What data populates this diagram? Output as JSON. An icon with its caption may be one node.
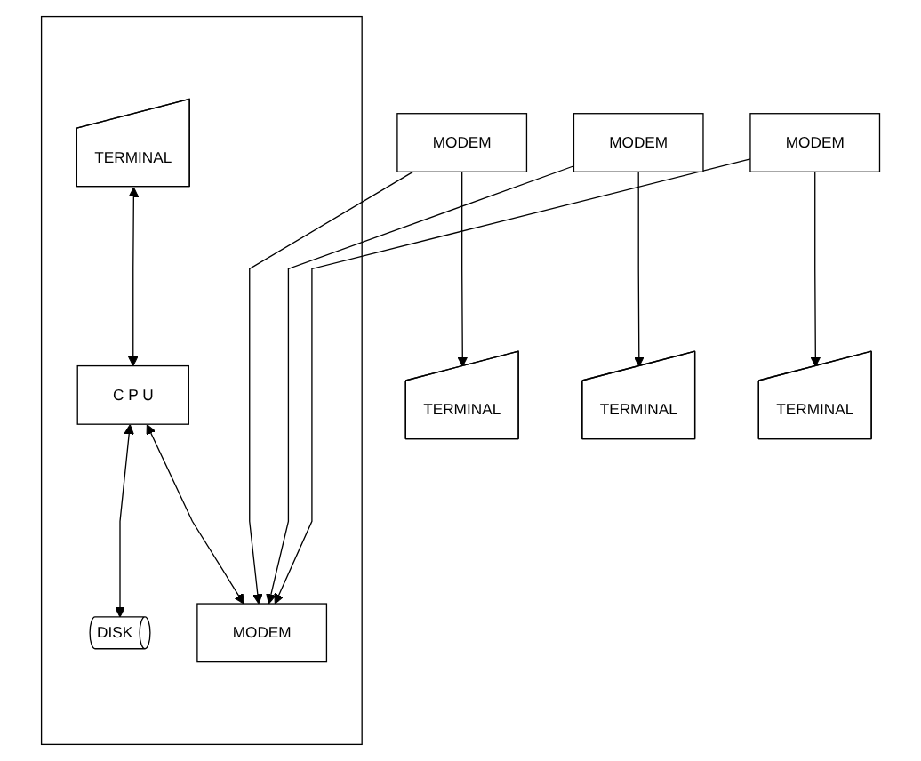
{
  "diagram": {
    "nodes": [
      {
        "text": [],
        "shape": "box"
      },
      {
        "text": [
          "TERMINAL"
        ],
        "in": 0
      },
      {
        "text": [
          "C P U"
        ],
        "in": 0
      },
      {
        "text": [
          "DISK"
        ],
        "in": 0
      },
      {
        "text": [
          "MODEM"
        ],
        "in": 0
      },
      {
        "text": [
          "MODEM"
        ]
      },
      {
        "text": [
          "MODEM"
        ]
      },
      {
        "text": [
          "MODEM"
        ]
      },
      {
        "text": [
          "TERMINAL"
        ]
      },
      {
        "text": [
          "TERMINAL"
        ]
      },
      {
        "text": [
          "TERMINAL"
        ]
      }
    ],
    "edges": [
      {
        "from": 1,
        "to": 2,
        "arrow": "both"
      },
      {
        "from": 2,
        "to": 3,
        "arrow": "both"
      },
      {
        "from": 2,
        "to": 4,
        "arrow": "both"
      },
      {
        "from": 5,
        "to": 4,
        "arrow": "to"
      },
      {
        "from": 6,
        "to": 4,
        "arrow": "to"
      },
      {
        "from": 7,
        "to": 4,
        "arrow": "to"
      },
      {
        "from": 5,
        "to": 8,
        "arrow": "to"
      },
      {
        "from": 6,
        "to": 9,
        "arrow": "to"
      },
      {
        "from": 7,
        "to": 10,
        "arrow": "to"
      }
    ]
  }
}
